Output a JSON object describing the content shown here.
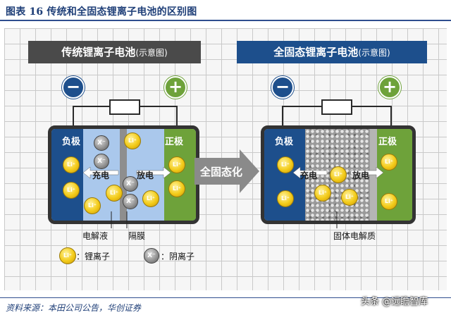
{
  "figure": {
    "title": "图表 16 传统和全固态锂离子电池的区别图",
    "source": "资料来源：本田公司公告，华创证券"
  },
  "left_panel": {
    "title": "传统锂离子电池",
    "title_note": "(示意图)",
    "negative_label": "负极",
    "positive_label": "正极",
    "charge_label": "充电",
    "discharge_label": "放电",
    "electrolyte_label": "电解液",
    "separator_label": "隔膜"
  },
  "right_panel": {
    "title": "全固态锂离子电池",
    "title_note": "(示意图)",
    "negative_label": "负极",
    "positive_label": "正极",
    "charge_label": "充电",
    "discharge_label": "放电",
    "electrolyte_label": "固体电解质"
  },
  "transition": {
    "label": "全固态化"
  },
  "terminals": {
    "minus": "−",
    "plus": "+"
  },
  "particles": {
    "li": "Li⁺",
    "x": "X⁻"
  },
  "legend": {
    "li_ion": "：锂离子",
    "anion": "：阴离子"
  },
  "watermark": "头条 @远瞻智库",
  "colors": {
    "dark_blue": "#1d4f8c",
    "green": "#6ea23a",
    "light_blue": "#aac8ec",
    "gold": "#f3cb18",
    "dark_header": "#4a4a4a"
  }
}
